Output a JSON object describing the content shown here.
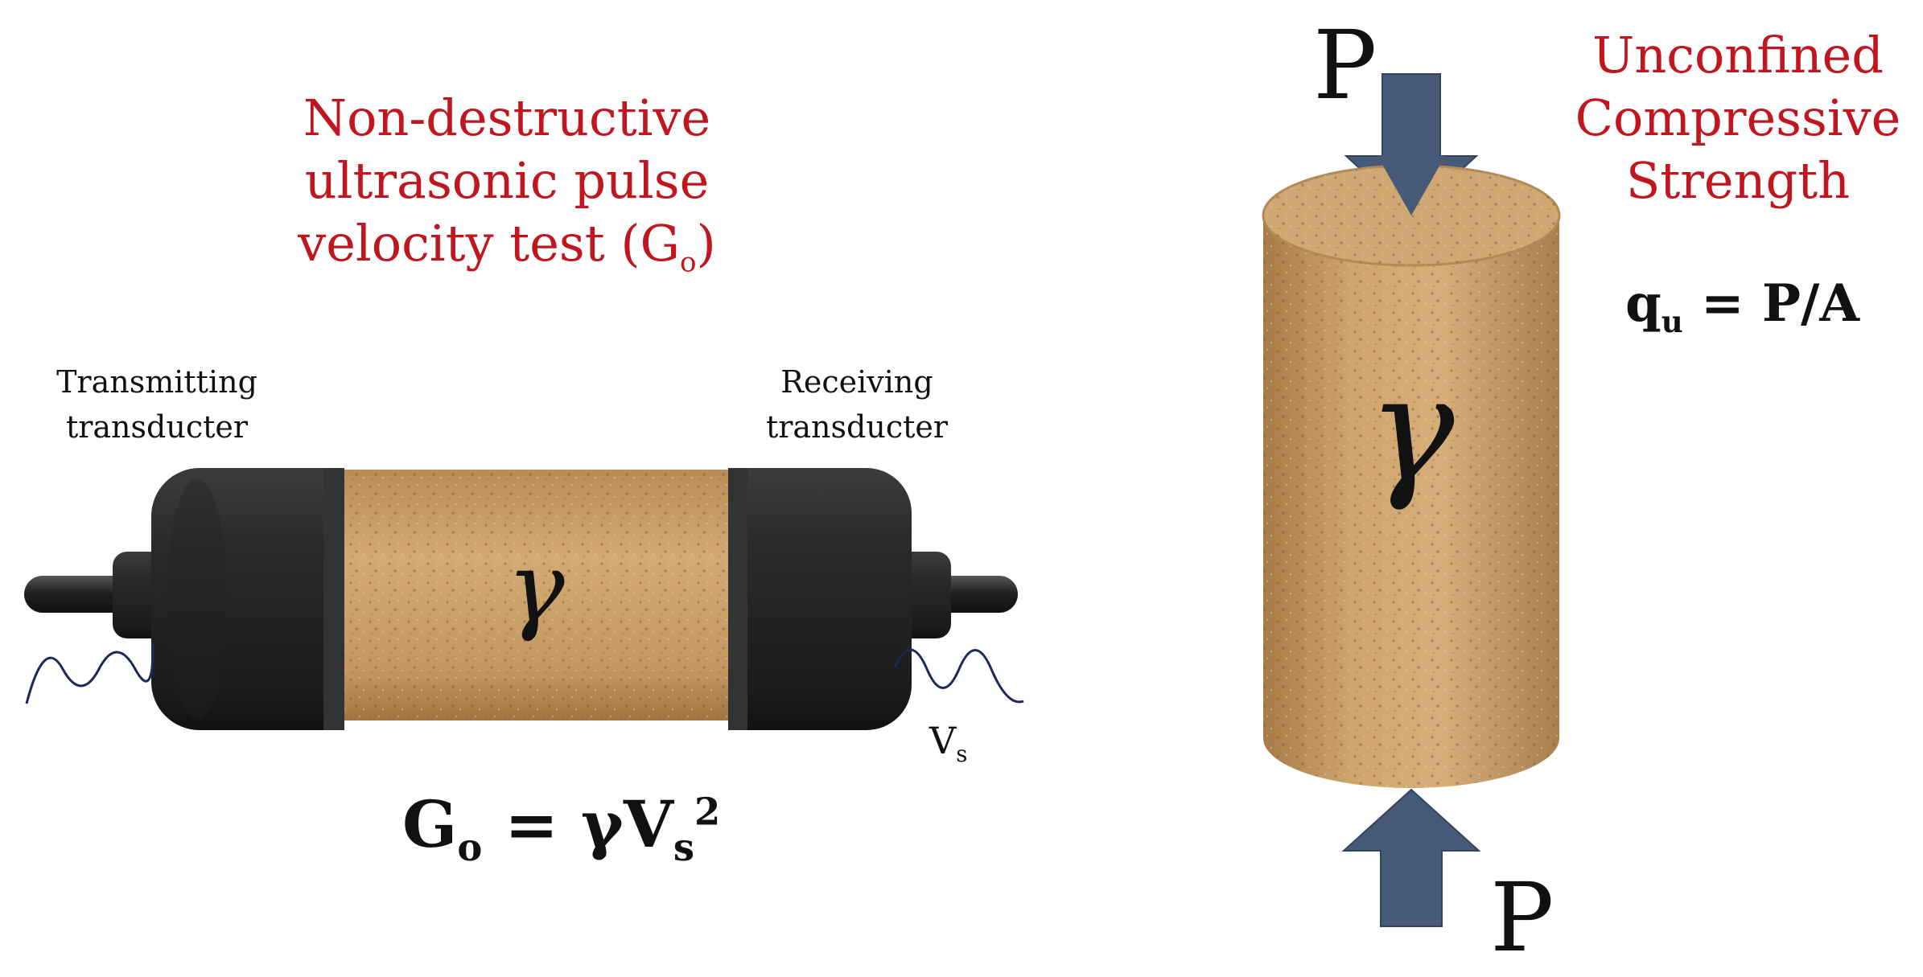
{
  "ultrasonic": {
    "title_lines": [
      "Non-destructive",
      "ultrasonic pulse",
      "velocity test (G"
    ],
    "title_sub": "o",
    "title_close": ")",
    "transmitting_lines": [
      "Transmitting",
      "transducter"
    ],
    "receiving_lines": [
      "Receiving",
      "transducter"
    ],
    "vs_main": "V",
    "vs_sub": "s",
    "sample_symbol": "γ",
    "formula": {
      "g": "G",
      "g_sub": "o",
      "eq": " = γV",
      "v_sub": "s",
      "sup": "2"
    }
  },
  "ucs": {
    "title_lines": [
      "Unconfined",
      "Compressive",
      "Strength"
    ],
    "formula": {
      "q": "q",
      "q_sub": "u",
      "rest": " = P/A"
    },
    "load_top": "P",
    "load_bottom": "P",
    "sample_symbol": "γ"
  },
  "colors": {
    "title_red": "#c0161f",
    "arrow_blue": "#465a78",
    "soil": "#c69a62",
    "transducer": "#2b2b2b",
    "wave": "#1c2a5a"
  }
}
